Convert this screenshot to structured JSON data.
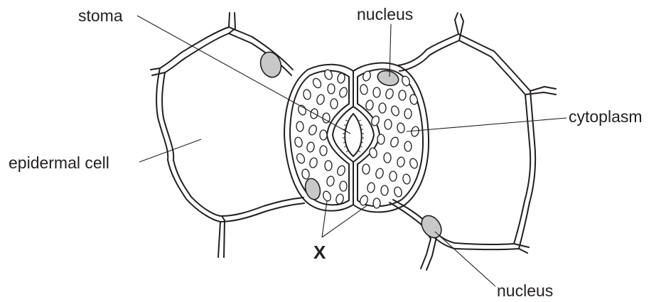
{
  "labels": {
    "stoma": "stoma",
    "nucleus_top": "nucleus",
    "cytoplasm": "cytoplasm",
    "epidermal_cell": "epidermal cell",
    "x": "X",
    "nucleus_bottom": "nucleus"
  },
  "colors": {
    "line": "#231f20",
    "nucleus_fill": "#c8c8c8",
    "background": "#ffffff"
  }
}
